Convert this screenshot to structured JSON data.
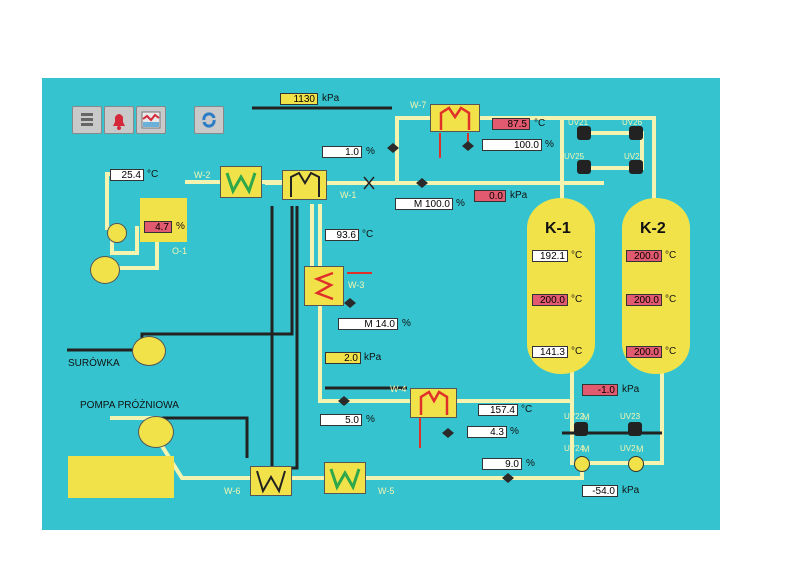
{
  "top_pressure": {
    "value": "1130",
    "unit": "kPa"
  },
  "toolbar": {
    "icons": [
      "document-stack-icon",
      "alarm-bell-icon",
      "trend-chart-icon",
      "refresh-icon"
    ]
  },
  "units": {
    "celsius": "°C",
    "percent": "%",
    "kpa": "kPa"
  },
  "labels": {
    "w7": "W-7",
    "w2": "W-2",
    "w1": "W-1",
    "w3": "W-3",
    "w4": "W-4",
    "w5": "W-5",
    "w6": "W-6",
    "o1": "O-1",
    "k1": "K-1",
    "k2": "K-2",
    "surowka": "SURÓWKA",
    "pompa": "POMPA PRÓŻNIOWA",
    "uv21": "UV21",
    "uv26": "UV26",
    "uv25": "UV25",
    "uv28": "UV28",
    "uv22": "UV22",
    "uv23": "UV23",
    "uv24": "UV24",
    "uv2m": "UV2",
    "m": "M"
  },
  "readouts": {
    "w7_temp": "87.5",
    "w7_valve": "100.0",
    "left_valve": "1.0",
    "m_valve": "M 100.0",
    "line_pressure": "0.0",
    "o1_temp": "25.4",
    "o1_level": "4.7",
    "w3_temp": "93.6",
    "w3_valve": "M 14.0",
    "w3_pressure": "2.0",
    "w4_temp": "157.4",
    "w4_valve": "4.3",
    "bottom_left_valve": "5.0",
    "bottom_valve": "9.0",
    "k_pressure": "-1.0",
    "vac_pressure": "-54.0",
    "k1_top": "192.1",
    "k1_mid": "200.0",
    "k1_bot": "141.3",
    "k2_top": "200.0",
    "k2_mid": "200.0",
    "k2_bot": "200.0"
  },
  "colors": {
    "panel": "#35c4cf",
    "pipe": "#f4f4b0",
    "equipment": "#f2e24a",
    "alarm": "#e25a6f",
    "coil": "#e0302a"
  }
}
